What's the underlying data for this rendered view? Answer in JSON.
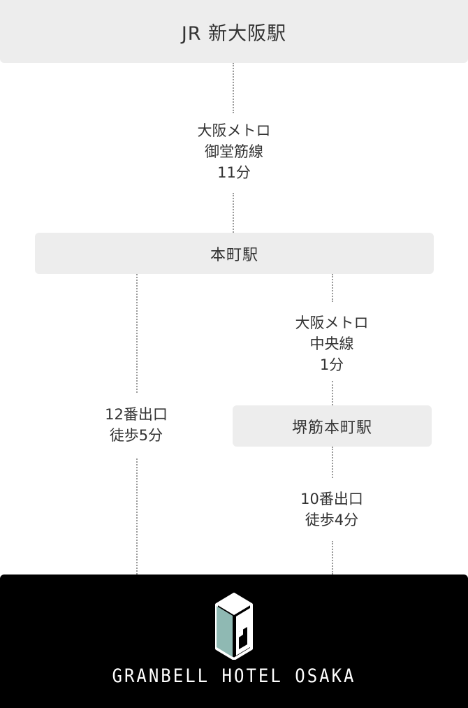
{
  "stations": {
    "start": "JR 新大阪駅",
    "honmachi": "本町駅",
    "sakaisuji": "堺筋本町駅"
  },
  "routes": {
    "midosuji": {
      "line1": "大阪メトロ",
      "line2": "御堂筋線",
      "time": "11分"
    },
    "chuo": {
      "line1": "大阪メトロ",
      "line2": "中央線",
      "time": "1分"
    },
    "walk_from_honmachi": {
      "exit": "12番出口",
      "walk": "徒歩5分"
    },
    "walk_from_sakaisuji": {
      "exit": "10番出口",
      "walk": "徒歩4分"
    }
  },
  "hotel": {
    "name": "GRANBELL HOTEL OSAKA"
  },
  "colors": {
    "box_bg": "#ededed",
    "footer_bg": "#000000",
    "logo_accent": "#8fb9b3"
  }
}
